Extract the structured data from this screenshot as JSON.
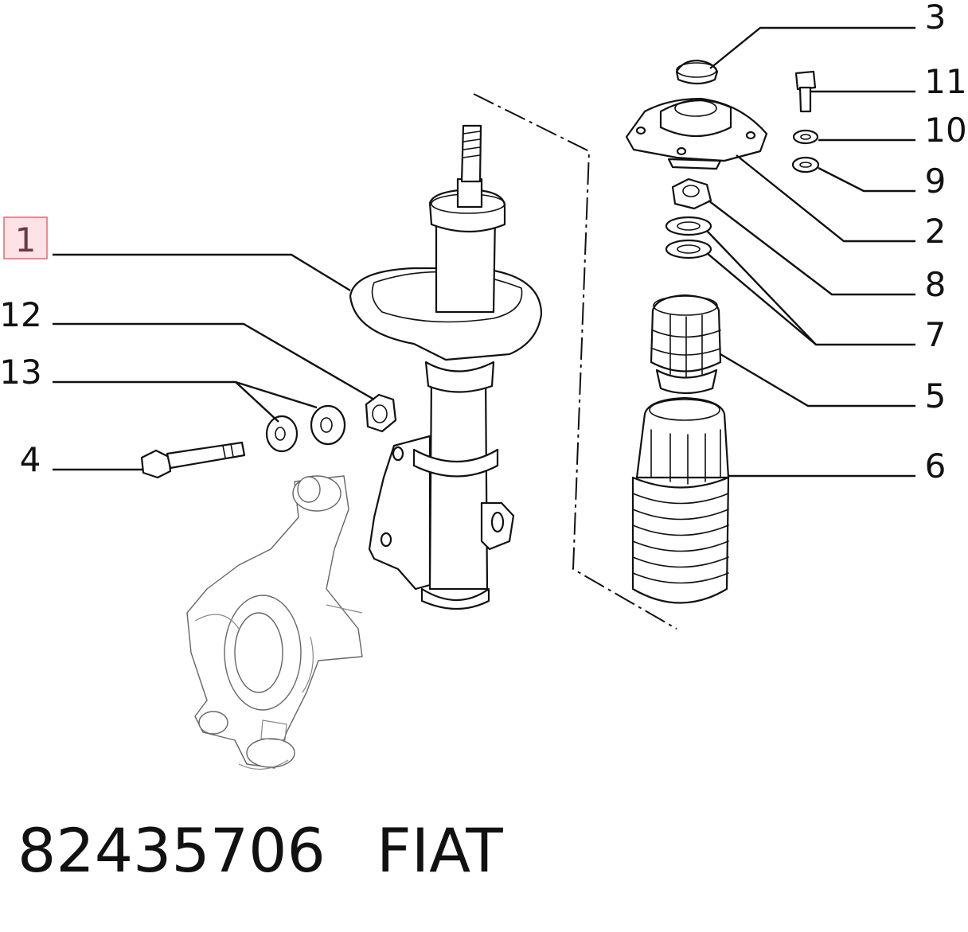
{
  "callouts": [
    {
      "id": "1",
      "label": "1",
      "highlighted": true
    },
    {
      "id": "2",
      "label": "2"
    },
    {
      "id": "3",
      "label": "3"
    },
    {
      "id": "4",
      "label": "4"
    },
    {
      "id": "5",
      "label": "5"
    },
    {
      "id": "6",
      "label": "6"
    },
    {
      "id": "7",
      "label": "7"
    },
    {
      "id": "8",
      "label": "8"
    },
    {
      "id": "9",
      "label": "9"
    },
    {
      "id": "10",
      "label": "10"
    },
    {
      "id": "11",
      "label": "11"
    },
    {
      "id": "12",
      "label": "12"
    },
    {
      "id": "13",
      "label": "13"
    }
  ],
  "footer": {
    "part_number": "82435706",
    "brand": "FIAT"
  },
  "colors": {
    "highlight_fill": "#fde3e6",
    "highlight_stroke": "#e8707a",
    "ink": "#111111"
  }
}
